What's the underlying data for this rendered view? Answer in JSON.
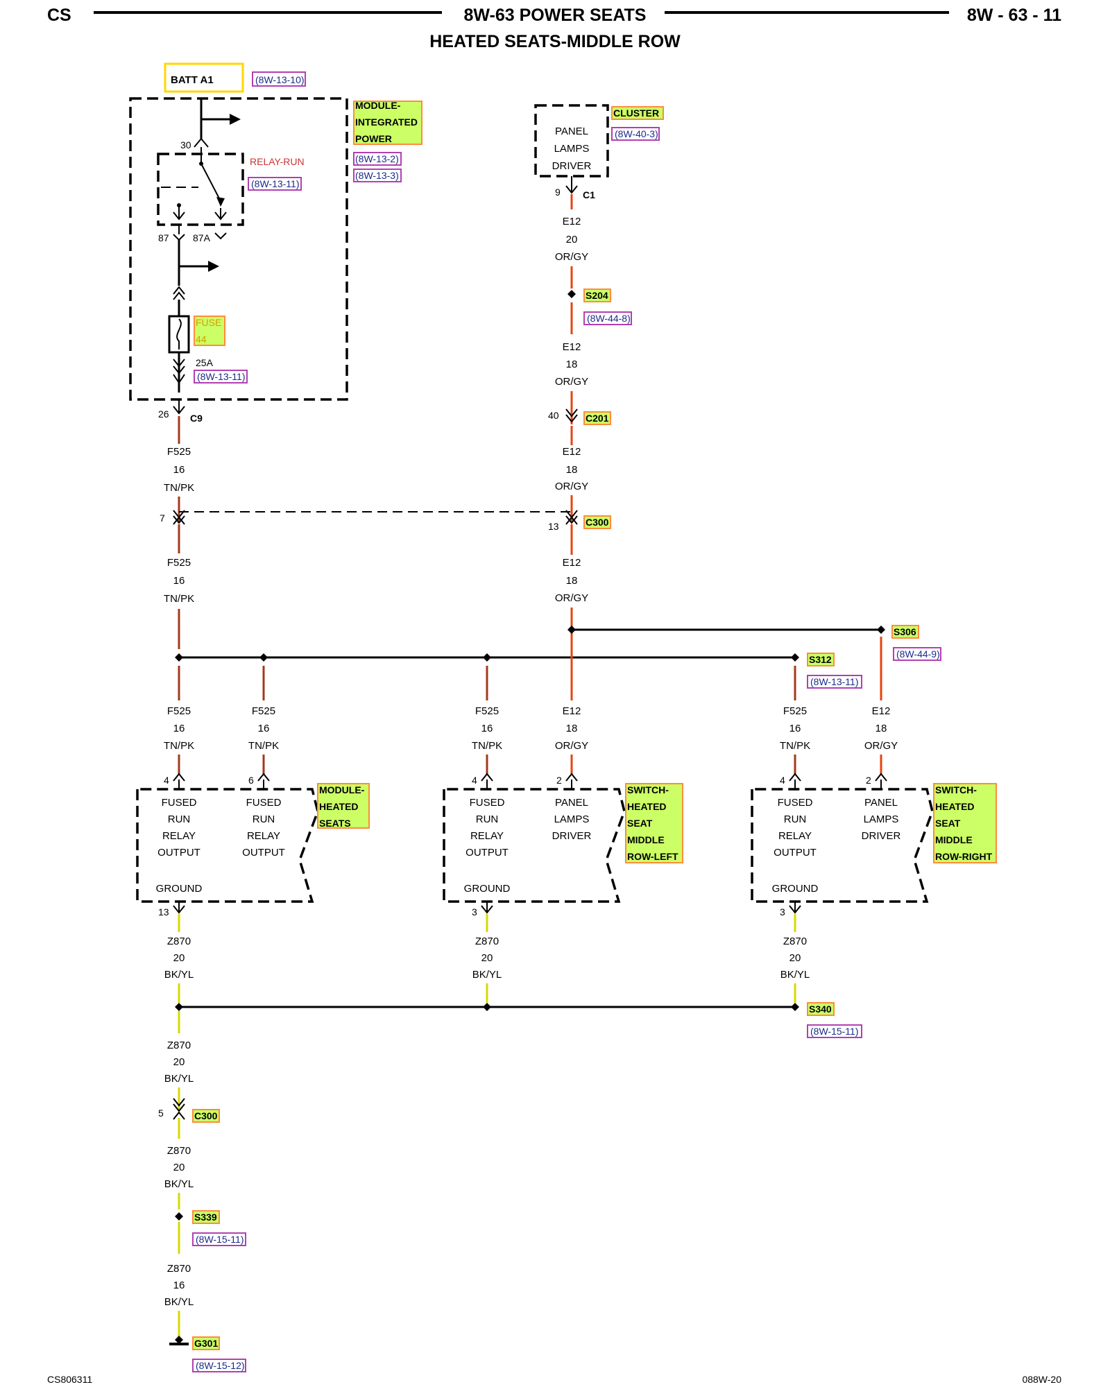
{
  "header": {
    "left": "CS",
    "title": "8W-63 POWER SEATS",
    "right": "8W - 63 - 11",
    "subtitle": "HEATED SEATS-MIDDLE ROW"
  },
  "footer": {
    "left": "CS806311",
    "right": "088W-20"
  },
  "colors": {
    "orange_wire": "#e8430e",
    "brown_wire": "#a13a1c",
    "yellow_wire": "#d8d800",
    "green_tag": "#ccff66",
    "tag_border": "#ff8c3a",
    "ref_border": "#b23fb2",
    "ref_text": "#1a2a8a",
    "batt_border": "#ffd700"
  },
  "batt": {
    "label": "BATT A1",
    "ref": "(8W-13-10)"
  },
  "module_power": {
    "l1": "MODULE-",
    "l2": "INTEGRATED",
    "l3": "POWER",
    "ref1": "(8W-13-2)",
    "ref2": "(8W-13-3)"
  },
  "relay": {
    "label": "RELAY-RUN",
    "ref": "(8W-13-11)",
    "pin30": "30",
    "pin87": "87",
    "pin87a": "87A"
  },
  "fuse": {
    "l1": "FUSE",
    "l2": "44",
    "rating": "25A",
    "ref": "(8W-13-11)"
  },
  "c9": {
    "pin": "26",
    "label": "C9"
  },
  "cluster": {
    "label": "CLUSTER",
    "ref": "(8W-40-3)",
    "l1": "PANEL",
    "l2": "LAMPS",
    "l3": "DRIVER",
    "pin": "9",
    "conn": "C1"
  },
  "wires": {
    "e12a": {
      "c": "E12",
      "g": "20",
      "col": "OR/GY"
    },
    "e12b": {
      "c": "E12",
      "g": "18",
      "col": "OR/GY"
    },
    "e12c": {
      "c": "E12",
      "g": "18",
      "col": "OR/GY"
    },
    "e12d": {
      "c": "E12",
      "g": "18",
      "col": "OR/GY"
    },
    "e12e": {
      "c": "E12",
      "g": "18",
      "col": "OR/GY"
    },
    "e12f": {
      "c": "E12",
      "g": "18",
      "col": "OR/GY"
    },
    "f525a": {
      "c": "F525",
      "g": "16",
      "col": "TN/PK"
    },
    "f525b": {
      "c": "F525",
      "g": "16",
      "col": "TN/PK"
    },
    "f525c": {
      "c": "F525",
      "g": "16",
      "col": "TN/PK"
    },
    "f525d": {
      "c": "F525",
      "g": "16",
      "col": "TN/PK"
    },
    "f525e": {
      "c": "F525",
      "g": "16",
      "col": "TN/PK"
    },
    "f525f": {
      "c": "F525",
      "g": "16",
      "col": "TN/PK"
    },
    "z870a": {
      "c": "Z870",
      "g": "20",
      "col": "BK/YL"
    },
    "z870b": {
      "c": "Z870",
      "g": "20",
      "col": "BK/YL"
    },
    "z870c": {
      "c": "Z870",
      "g": "20",
      "col": "BK/YL"
    },
    "z870d": {
      "c": "Z870",
      "g": "20",
      "col": "BK/YL"
    },
    "z870e": {
      "c": "Z870",
      "g": "20",
      "col": "BK/YL"
    },
    "z870f": {
      "c": "Z870",
      "g": "16",
      "col": "BK/YL"
    }
  },
  "splices": {
    "s204": {
      "label": "S204",
      "ref": "(8W-44-8)"
    },
    "s306": {
      "label": "S306",
      "ref": "(8W-44-9)"
    },
    "s312": {
      "label": "S312",
      "ref": "(8W-13-11)"
    },
    "s340": {
      "label": "S340",
      "ref": "(8W-15-11)"
    },
    "s339": {
      "label": "S339",
      "ref": "(8W-15-11)"
    }
  },
  "connectors": {
    "c201": {
      "label": "C201",
      "pin": "40"
    },
    "c300a": {
      "label": "C300",
      "pin_left": "7",
      "pin_right": "13"
    },
    "c300b": {
      "label": "C300",
      "pin": "5"
    }
  },
  "ground": {
    "label": "G301",
    "ref": "(8W-15-12)"
  },
  "mod_seats": {
    "l1": "MODULE-",
    "l2": "HEATED",
    "l3": "SEATS",
    "pin4": "4",
    "pin6": "6",
    "pin13": "13"
  },
  "sw_left": {
    "l1": "SWITCH-",
    "l2": "HEATED",
    "l3": "SEAT",
    "l4": "MIDDLE",
    "l5": "ROW-LEFT",
    "pin4": "4",
    "pin2": "2",
    "pin3": "3"
  },
  "sw_right": {
    "l1": "SWITCH-",
    "l2": "HEATED",
    "l3": "SEAT",
    "l4": "MIDDLE",
    "l5": "ROW-RIGHT",
    "pin4": "4",
    "pin2": "2",
    "pin3": "3"
  },
  "labels": {
    "fused": "FUSED",
    "run": "RUN",
    "relay": "RELAY",
    "output": "OUTPUT",
    "panel": "PANEL",
    "lamps": "LAMPS",
    "driver": "DRIVER",
    "ground": "GROUND"
  }
}
